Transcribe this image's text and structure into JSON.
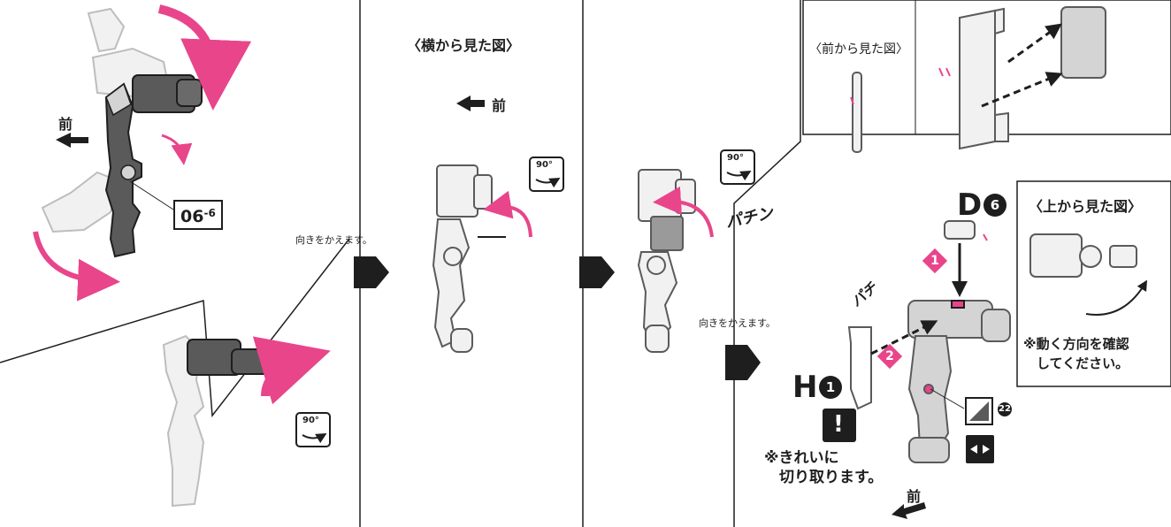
{
  "panel1": {
    "front_label": "前",
    "part_code_main": "06",
    "part_code_sub": "6",
    "rotate_angle": "90°"
  },
  "transition_1": {
    "turn_text": "向きをかえます。"
  },
  "panel2": {
    "view_title": "〈横から見た図〉",
    "front_label": "前",
    "rotate_angle": "90°"
  },
  "panel3": {
    "rotate_angle": "90°",
    "snap_sound": "パチン"
  },
  "transition_2": {
    "turn_text": "向きをかえます。"
  },
  "panel4": {
    "front_view_title": "〈前から見た図〉",
    "part_d_letter": "D",
    "part_d_number": "6",
    "top_view_title": "〈上から見た図〉",
    "top_view_note": "※動く方向を確認\n　してください。",
    "snap_sound": "パチ",
    "step_1": "1",
    "step_2": "2",
    "part_h_letter": "H",
    "part_h_number": "1",
    "warning_symbol": "!",
    "cut_note": "※きれいに\n　切り取ります。",
    "sticker_number": "22",
    "front_label": "前"
  },
  "colors": {
    "accent_pink": "#e8458b",
    "part_dark_gray": "#5a5a5a",
    "part_light_gray": "#d4d4d4",
    "line": "#1e1e1e"
  },
  "icons": [
    "rotate-90-icon",
    "direction-arrow-icon",
    "transition-arrow-icon",
    "warning-icon",
    "sticker-icon",
    "press-fit-icon"
  ]
}
